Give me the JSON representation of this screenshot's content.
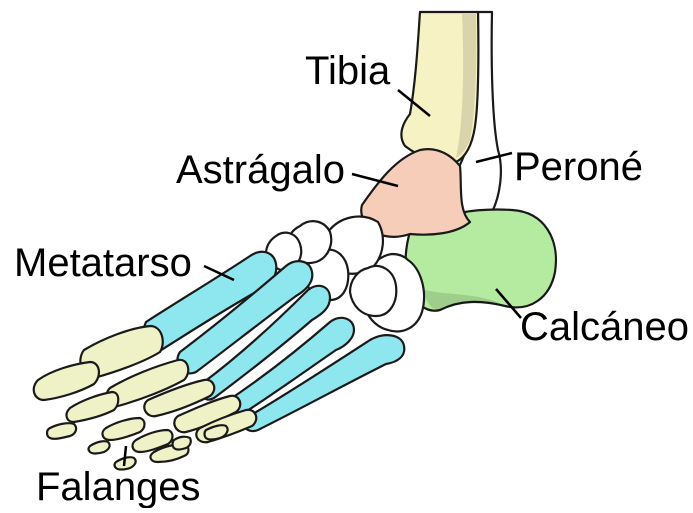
{
  "labels": {
    "tibia": "Tibia",
    "perone": "Peroné",
    "astragalo": "Astrágalo",
    "metatarso": "Metatarso",
    "calcaneo": "Calcáneo",
    "falanges": "Falanges"
  },
  "colors": {
    "tibia": "#f7f2c4",
    "perone": "#ffffff",
    "astragalo": "#f6cdb8",
    "tarsals": "#ffffff",
    "calcaneo": "#b5eba0",
    "metatarsals": "#8ee6ee",
    "phalanges": "#eff2c6",
    "outline": "#1a1a1a",
    "text": "#000000"
  }
}
